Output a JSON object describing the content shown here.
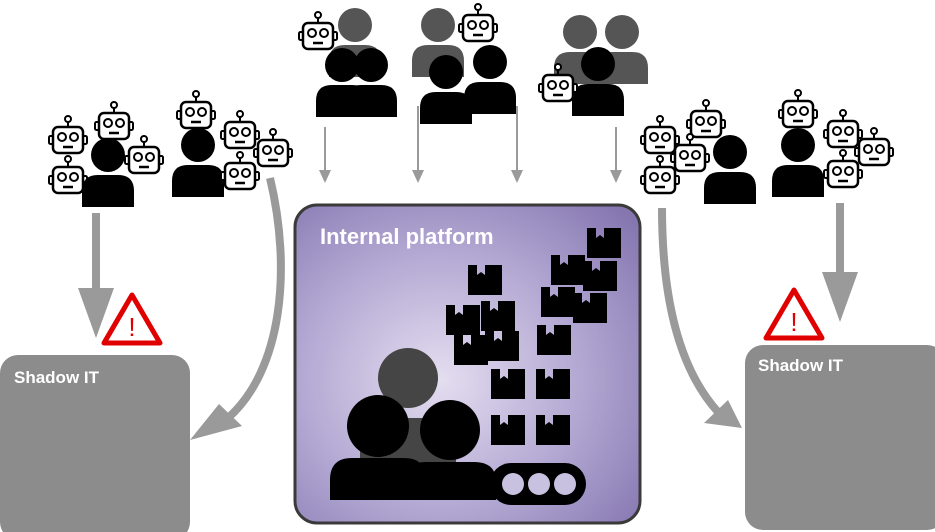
{
  "platform": {
    "label": "Internal platform"
  },
  "shadow_it": {
    "left_label": "Shadow IT",
    "right_label": "Shadow IT"
  },
  "warning": {
    "glyph": "!"
  },
  "colors": {
    "shadow_box": "#8c8c8c",
    "arrow": "#9a9a9a",
    "platform_light": "#d9d2ea",
    "platform_dark": "#8576b0",
    "warning_red": "#e00000",
    "person_dark": "#000000",
    "person_light": "#555555"
  },
  "icons": [
    "robot-icon",
    "person-icon",
    "package-icon",
    "conveyor-icon",
    "warning-icon"
  ]
}
